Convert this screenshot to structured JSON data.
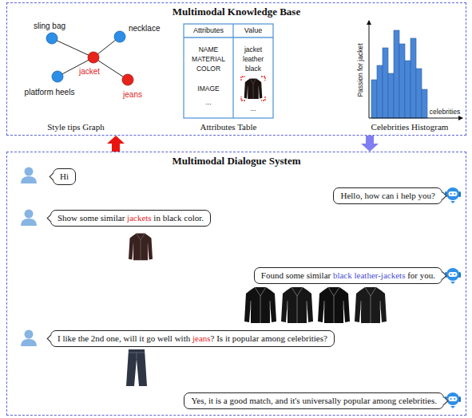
{
  "diagram": {
    "nodes": [
      {
        "text": [
          "Multimodal Knowledge Base"
        ]
      },
      {
        "text": [
          "Multimodal Dialogue System"
        ]
      },
      {
        "text": [
          "Hi"
        ],
        "in": 1
      },
      {
        "text": [
          "Hello, how can i help you?"
        ],
        "in": 1
      },
      {
        "text": [
          "Show some similar jackets in black color."
        ],
        "in": 1
      },
      {
        "text": [
          "Found some similar black leather-jackets for you."
        ],
        "in": 1
      },
      {
        "text": [
          "I like the 2nd one, will it go well with jeans? Is it popular among celebrities?"
        ],
        "in": 1
      },
      {
        "text": [
          "Yes, it is a good match, and it's universally popular among celebrities."
        ],
        "in": 1
      }
    ],
    "edges": [
      {
        "from": 1,
        "to": 0,
        "arrow": "to"
      },
      {
        "from": 0,
        "to": 1,
        "arrow": "to"
      }
    ],
    "labels": [
      "sling bag",
      "necklace",
      "jacket",
      "platform heels",
      "jeans",
      "Style tips Graph",
      "Attributes",
      "Value",
      "NAME",
      "MATERIAL",
      "COLOR",
      "IMAGE",
      "...",
      "jacket",
      "leather",
      "black",
      "...",
      "Attributes Table",
      "Passion for jacket",
      "celebrities",
      "Celebrities Histogram"
    ]
  }
}
